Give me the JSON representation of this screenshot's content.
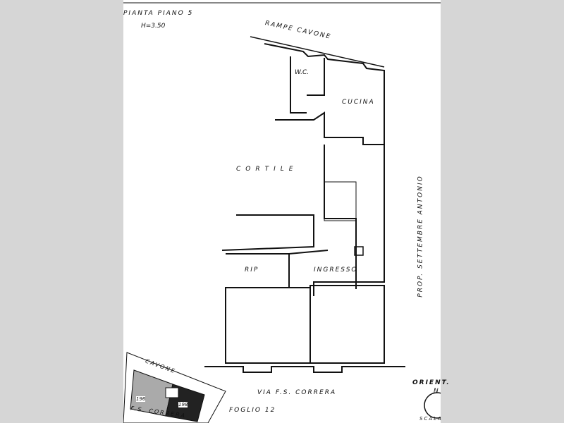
{
  "title": "PIANTA PIANO 5",
  "height": "H=3.50",
  "streets": {
    "north": "RAMPE CAVONE",
    "south": "VIA F.S. CORRERA",
    "east": "PROP. SETTEMBRE ANTONIO"
  },
  "rooms": {
    "wc": "W.C.",
    "kitchen": "CUCINA",
    "courtyard": "CORTILE",
    "storage": "RIP",
    "entrance": "INGRESSO"
  },
  "sheet": "FOGLIO 12",
  "orientation": {
    "label": "ORIENT.",
    "north": "N",
    "scale": "SCALA"
  },
  "inset": {
    "street_top": "CAVONE",
    "street_bottom": "F.S. CORRERA",
    "parcel_left": "196",
    "parcel_right": "198"
  }
}
